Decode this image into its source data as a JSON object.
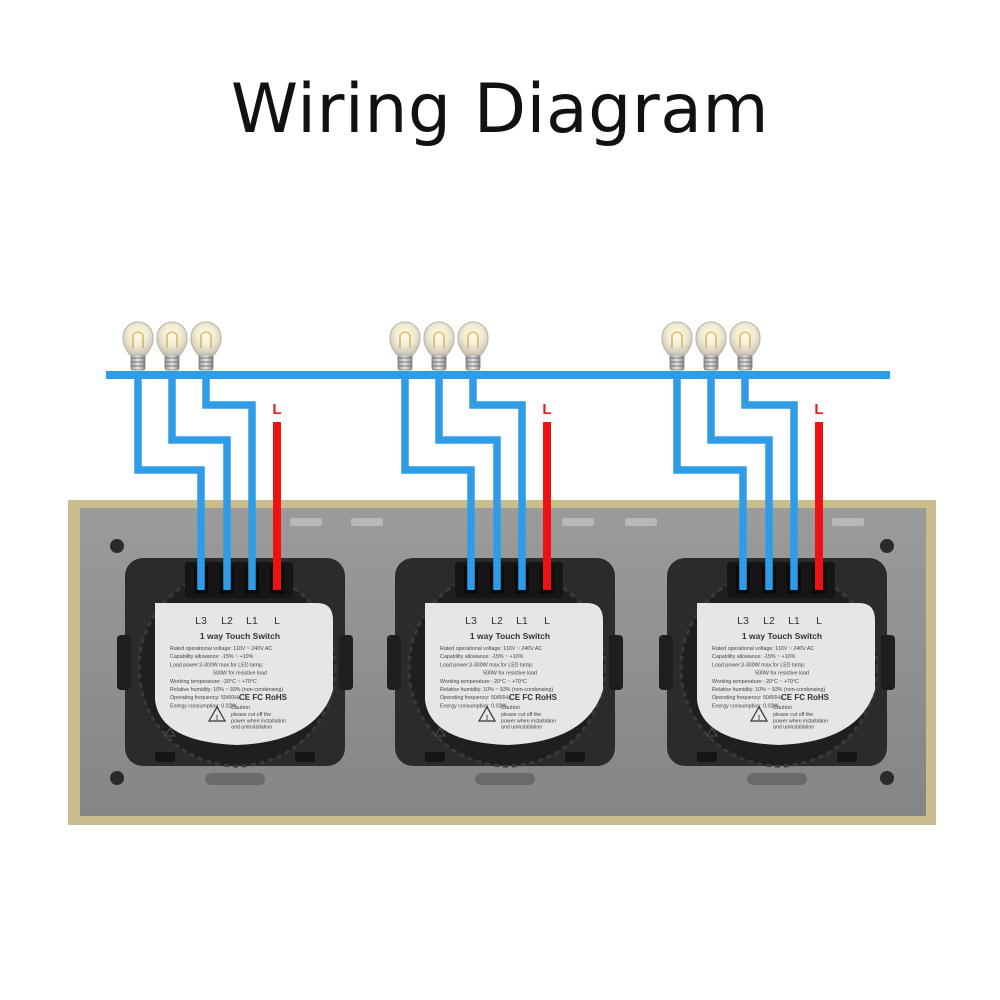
{
  "title": "Wiring Diagram",
  "live_label": "L",
  "switches": [
    {
      "terminals": [
        "L3",
        "L2",
        "L1",
        "L"
      ],
      "model": "1 way Touch Switch",
      "specs": [
        "Rated operational voltage: 110V ~ 240V AC",
        "Capability allowance: -15% ~ +10%",
        "Load power:3-300W max.for LED lamp;",
        "500W for resistive load",
        "Working temperature: -20°C ~ +70°C",
        "Relative humidity: 10% ~ 93% (non-condensing)",
        "Operating frequency: 50/60Hz",
        "Energy consumption: 0.02W"
      ],
      "certs": "CE FC RoHS",
      "caution_title": "Caution",
      "caution_lines": [
        "please cut off the",
        "power when installation",
        "and uninstallation"
      ]
    },
    {
      "terminals": [
        "L3",
        "L2",
        "L1",
        "L"
      ],
      "model": "1 way Touch Switch",
      "specs": [
        "Rated operational voltage: 110V ~ 240V AC",
        "Capability allowance: -15% ~ +10%",
        "Load power:3-300W max.for LED lamp;",
        "500W for resistive load",
        "Working temperature: -20°C ~ +70°C",
        "Relative humidity: 10% ~ 93% (non-condensing)",
        "Operating frequency: 50/60Hz",
        "Energy consumption: 0.02W"
      ],
      "certs": "CE FC RoHS",
      "caution_title": "Caution",
      "caution_lines": [
        "please cut off the",
        "power when installation",
        "and uninstallation"
      ]
    },
    {
      "terminals": [
        "L3",
        "L2",
        "L1",
        "L"
      ],
      "model": "1 way Touch Switch",
      "specs": [
        "Rated operational voltage: 110V ~ 240V AC",
        "Capability allowance: -15% ~ +10%",
        "Load power:3-300W max.for LED lamp;",
        "500W for resistive load",
        "Working temperature: -20°C ~ +70°C",
        "Relative humidity: 10% ~ 93% (non-condensing)",
        "Operating frequency: 50/60Hz",
        "Energy consumption: 0.02W"
      ],
      "certs": "CE FC RoHS",
      "caution_title": "Caution",
      "caution_lines": [
        "please cut off the",
        "power when installation",
        "and uninstallation"
      ]
    }
  ],
  "colors": {
    "neutral_wire": "#2f9ce8",
    "live_wire": "#ee1111",
    "live_label": "#e02020",
    "frame_gold": "#c9bd8e",
    "panel_gray": "#8f8f8f",
    "module_dark": "#2b2b2b",
    "label_face": "#e6e6e6"
  },
  "icons": [
    "light-bulb-icon",
    "warning-triangle-icon",
    "ce-mark-icon",
    "fc-mark-icon"
  ]
}
